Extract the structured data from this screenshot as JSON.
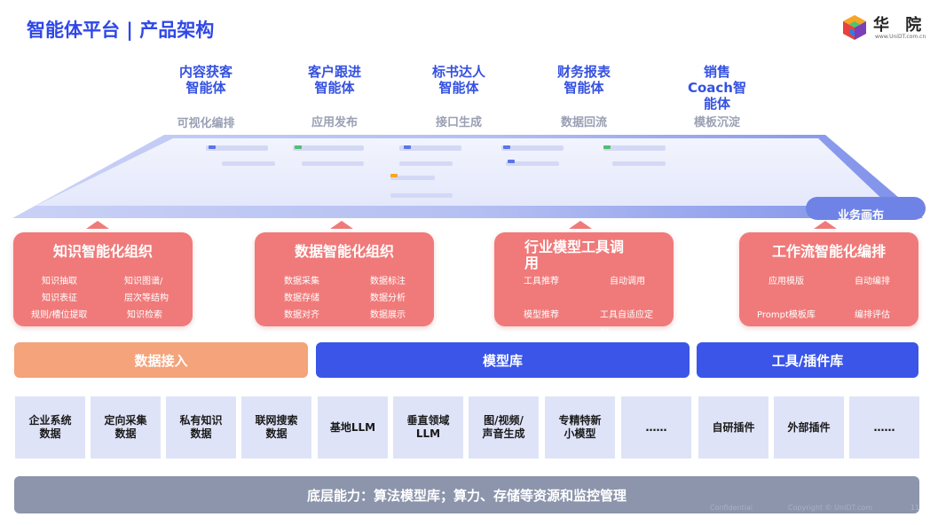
{
  "header": {
    "title": "智能体平台 | 产品架构",
    "logo_text": "华 院",
    "logo_url": "www.UniDT.com.cn"
  },
  "agents": [
    {
      "name": "内容获客\n智能体",
      "feature": "可视化编排"
    },
    {
      "name": "客户跟进\n智能体",
      "feature": "应用发布"
    },
    {
      "name": "标书达人\n智能体",
      "feature": "接口生成"
    },
    {
      "name": "财务报表\n智能体",
      "feature": "数据回流"
    },
    {
      "name": "销售\nCoach智\n能体",
      "feature": "模板沉淀"
    }
  ],
  "canvas": {
    "label": "业务画布"
  },
  "modules": [
    {
      "title": "知识智能化组织",
      "items": [
        "知识抽取",
        "知识图谱/",
        "知识表征",
        "层次等结构",
        "规则/槽位提取",
        "知识检索"
      ]
    },
    {
      "title": "数据智能化组织",
      "items": [
        "数据采集",
        "数据标注",
        "数据存储",
        "数据分析",
        "数据对齐",
        "数据展示"
      ]
    },
    {
      "title": "行业模型工具调\n用",
      "items": [
        "工具推荐",
        "自动调用",
        "模型推荐",
        "工具自适应定\n制"
      ]
    },
    {
      "title": "工作流智能化编排",
      "items": [
        "应用模版",
        "自动编排",
        "Prompt模板库",
        "编排评估"
      ]
    }
  ],
  "bars": {
    "data_access": "数据接入",
    "model_lib": "模型库",
    "tools": "工具/插件库"
  },
  "sources": [
    "企业系统\n数据",
    "定向采集\n数据",
    "私有知识\n数据",
    "联网搜索\n数据",
    "基地LLM",
    "垂直领域\nLLM",
    "图/视频/\n声音生成",
    "专精特新\n小模型",
    "……",
    "自研插件",
    "外部插件",
    "……"
  ],
  "base": "底层能力：算法模型库；算力、存储等资源和监控管理",
  "footer": {
    "confidential": "Confidential",
    "copyright": "Copyright ©  UniDT.com",
    "page": "11"
  },
  "colors": {
    "title_blue": "#2f47e8",
    "module_pink": "#f07a7a",
    "bar_orange": "#f4a37a",
    "bar_blue": "#3a55e8",
    "source_bg": "#dfe3f8",
    "base_gray": "#8c95ac"
  }
}
